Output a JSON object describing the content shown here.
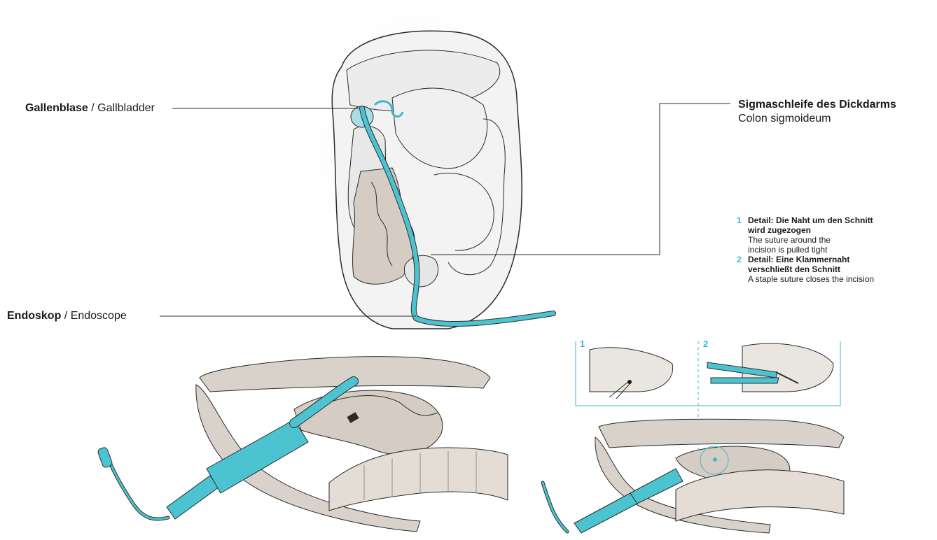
{
  "labels": {
    "gallbladder": {
      "de": "Gallenblase",
      "sep": " / ",
      "en": "Gallbladder"
    },
    "endoscope": {
      "de": "Endoskop",
      "sep": " / ",
      "en": "Endoscope"
    },
    "sigmoid": {
      "de": "Sigmaschleife des Dickdarms",
      "en": "Colon sigmoideum"
    }
  },
  "legend": [
    {
      "num": "1",
      "de": "Detail: Die Naht um den Schnitt\nwird zugezogen",
      "en": "The suture around the\nincision is pulled tight"
    },
    {
      "num": "2",
      "de": "Detail: Eine Klammernaht\nverschließt den Schnitt",
      "en": "A staple suture closes the incision"
    }
  ],
  "detail_numbers": [
    "1",
    "2"
  ],
  "colors": {
    "accent": "#3bb9c8",
    "organ": "#d9d2ca",
    "organ_dark": "#c9bfb4",
    "line": "#2b2b2b"
  }
}
